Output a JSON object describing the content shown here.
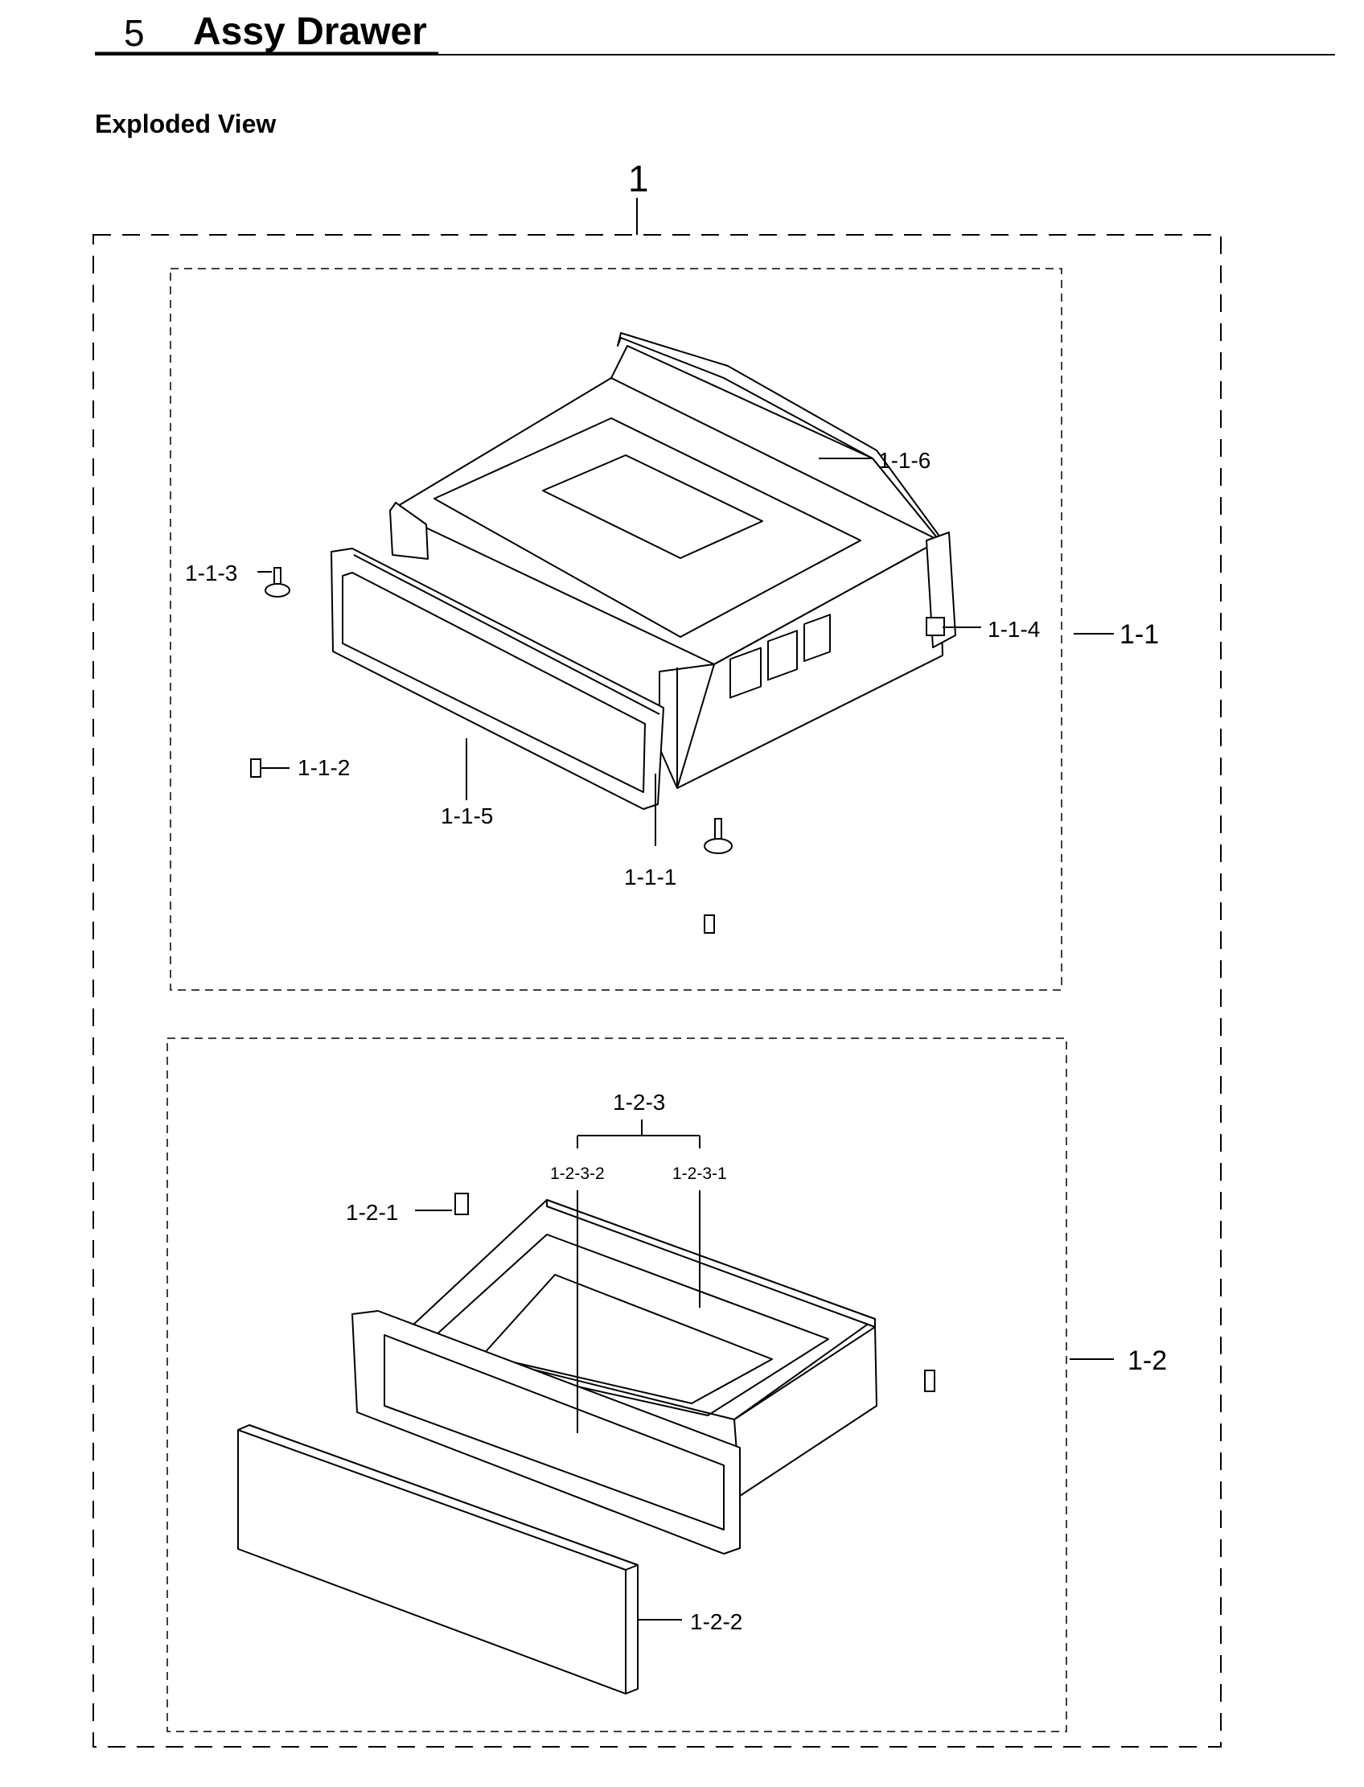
{
  "header": {
    "section_number": "5",
    "section_title": "Assy Drawer",
    "subtitle": "Exploded View"
  },
  "callouts": {
    "assy": "1",
    "body": "1-1",
    "body_sub": [
      "1-1-1",
      "1-1-2",
      "1-1-3",
      "1-1-4",
      "1-1-5",
      "1-1-6"
    ],
    "drawer": "1-2",
    "drawer_sub": [
      "1-2-1",
      "1-2-2",
      "1-2-3",
      "1-2-3-1",
      "1-2-3-2"
    ]
  }
}
